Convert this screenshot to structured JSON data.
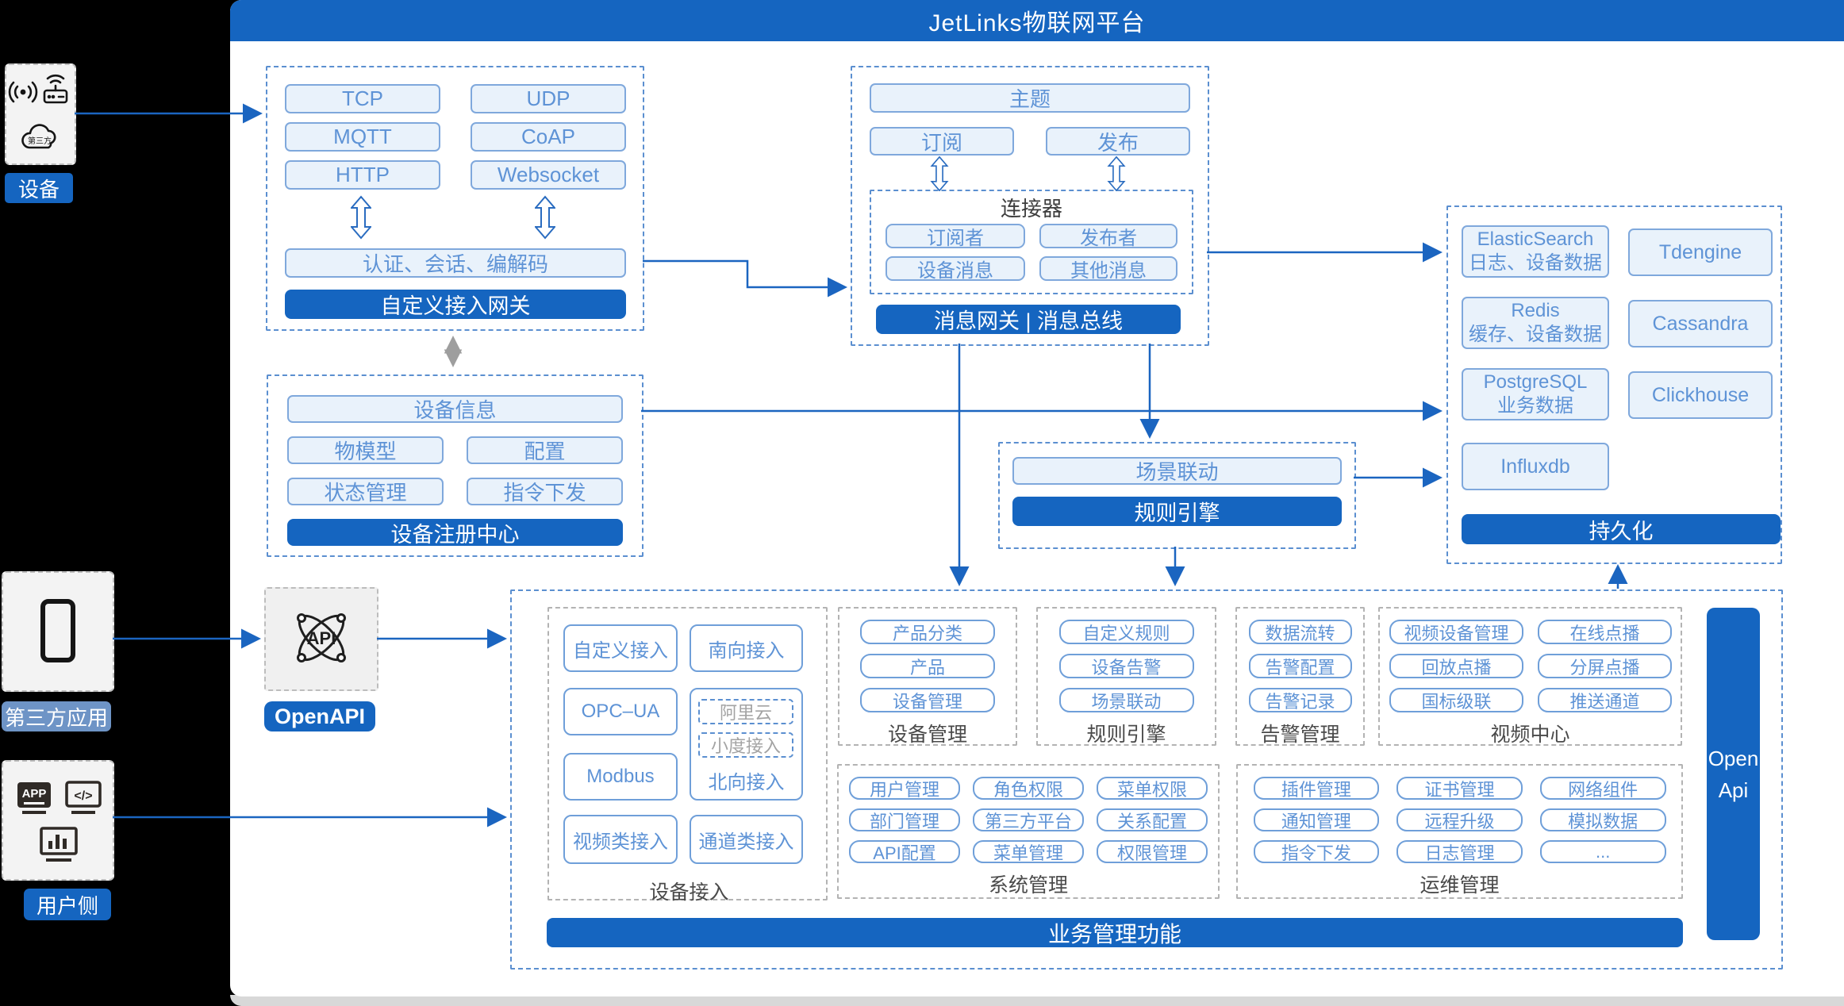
{
  "header": {
    "title": "JetLinks物联网平台"
  },
  "sidebar": {
    "device_label": "设备",
    "third_party_label": "第三方应用",
    "user_label": "用户侧",
    "cloud_text": "第三方",
    "app_text": "APP",
    "code_text": "</>"
  },
  "gateway": {
    "tcp": "TCP",
    "udp": "UDP",
    "mqtt": "MQTT",
    "coap": "CoAP",
    "http": "HTTP",
    "websocket": "Websocket",
    "auth": "认证、会话、编解码",
    "bar": "自定义接入网关"
  },
  "registry": {
    "device_info": "设备信息",
    "thing_model": "物模型",
    "config": "配置",
    "status": "状态管理",
    "command": "指令下发",
    "bar": "设备注册中心"
  },
  "message": {
    "topic": "主题",
    "subscribe": "订阅",
    "publish": "发布",
    "connector": "连接器",
    "subscriber": "订阅者",
    "publisher": "发布者",
    "device_msg": "设备消息",
    "other_msg": "其他消息",
    "bar": "消息网关 | 消息总线"
  },
  "rule": {
    "scene": "场景联动",
    "bar": "规则引擎"
  },
  "persistence": {
    "es1": "ElasticSearch",
    "es2": "日志、设备数据",
    "tdengine": "Tdengine",
    "redis1": "Redis",
    "redis2": "缓存、设备数据",
    "cassandra": "Cassandra",
    "pg1": "PostgreSQL",
    "pg2": "业务数据",
    "clickhouse": "Clickhouse",
    "influxdb": "Influxdb",
    "bar": "持久化"
  },
  "openapi": {
    "icon_text": "API",
    "label": "OpenAPI"
  },
  "sections": {
    "device_access": {
      "label": "设备接入",
      "custom": "自定义接入",
      "south": "南向接入",
      "opcua": "OPC–UA",
      "aliyun": "阿里云",
      "xiaodu": "小度接入",
      "north": "北向接入",
      "modbus": "Modbus",
      "video": "视频类接入",
      "channel": "通道类接入"
    },
    "device_mgmt": {
      "label": "设备管理",
      "items": [
        "产品分类",
        "产品",
        "设备管理"
      ]
    },
    "rule_engine": {
      "label": "规则引擎",
      "items": [
        "自定义规则",
        "设备告警",
        "场景联动"
      ]
    },
    "alarm_mgmt": {
      "label": "告警管理",
      "items": [
        "数据流转",
        "告警配置",
        "告警记录"
      ]
    },
    "video_center": {
      "label": "视频中心",
      "items": [
        "视频设备管理",
        "在线点播",
        "回放点播",
        "分屏点播",
        "国标级联",
        "推送通道"
      ]
    },
    "sys_mgmt": {
      "label": "系统管理",
      "items": [
        "用户管理",
        "角色权限",
        "菜单权限",
        "部门管理",
        "第三方平台",
        "关系配置",
        "API配置",
        "菜单管理",
        "权限管理"
      ]
    },
    "ops_mgmt": {
      "label": "运维管理",
      "items": [
        "插件管理",
        "证书管理",
        "网络组件",
        "通知管理",
        "远程升级",
        "模拟数据",
        "指令下发",
        "日志管理",
        "..."
      ]
    }
  },
  "open_api_bar": {
    "line1": "Open",
    "line2": "Api"
  },
  "business_bar": "业务管理功能",
  "colors": {
    "primary": "#1565c0",
    "line": "#1b65c0",
    "button_text": "#5e93d6",
    "button_border": "#6f9fd9",
    "light_fill": "#e9f2fb",
    "section_label": "#4a4a4a",
    "third_party_bg": "#6e94c6"
  }
}
